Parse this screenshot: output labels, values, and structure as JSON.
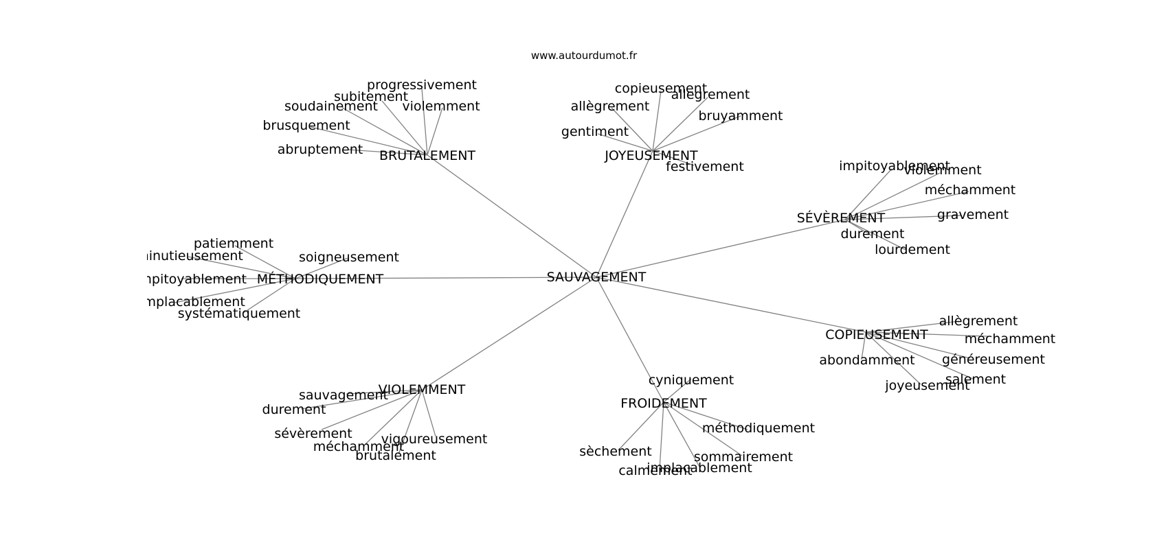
{
  "site_label": "www.autourdumot.fr",
  "graph": {
    "center": "SAUVAGEMENT",
    "groups": [
      {
        "label": "BRUTALEMENT",
        "words": [
          "progressivement",
          "subitement",
          "soudainement",
          "violemment",
          "brusquement",
          "abruptement"
        ]
      },
      {
        "label": "JOYEUSEMENT",
        "words": [
          "copieusement",
          "allègrement",
          "allegrement",
          "bruyamment",
          "gentiment",
          "festivement"
        ]
      },
      {
        "label": "SÉVÈREMENT",
        "words": [
          "impitoyablement",
          "violemment",
          "méchamment",
          "gravement",
          "durement",
          "lourdement"
        ]
      },
      {
        "label": "MÉTHODIQUEMENT",
        "words": [
          "patiemment",
          "minutieusement",
          "impitoyablement",
          "soigneusement",
          "implacablement",
          "systématiquement"
        ]
      },
      {
        "label": "COPIEUSEMENT",
        "words": [
          "allègrement",
          "méchamment",
          "abondamment",
          "généreusement",
          "salement",
          "joyeusement"
        ]
      },
      {
        "label": "VIOLEMMENT",
        "words": [
          "sauvagement",
          "durement",
          "sévèrement",
          "vigoureusement",
          "méchamment",
          "brutalement"
        ]
      },
      {
        "label": "FROIDEMENT",
        "words": [
          "cyniquement",
          "méthodiquement",
          "sèchement",
          "sommairement",
          "implacablement",
          "calmement"
        ]
      }
    ]
  }
}
